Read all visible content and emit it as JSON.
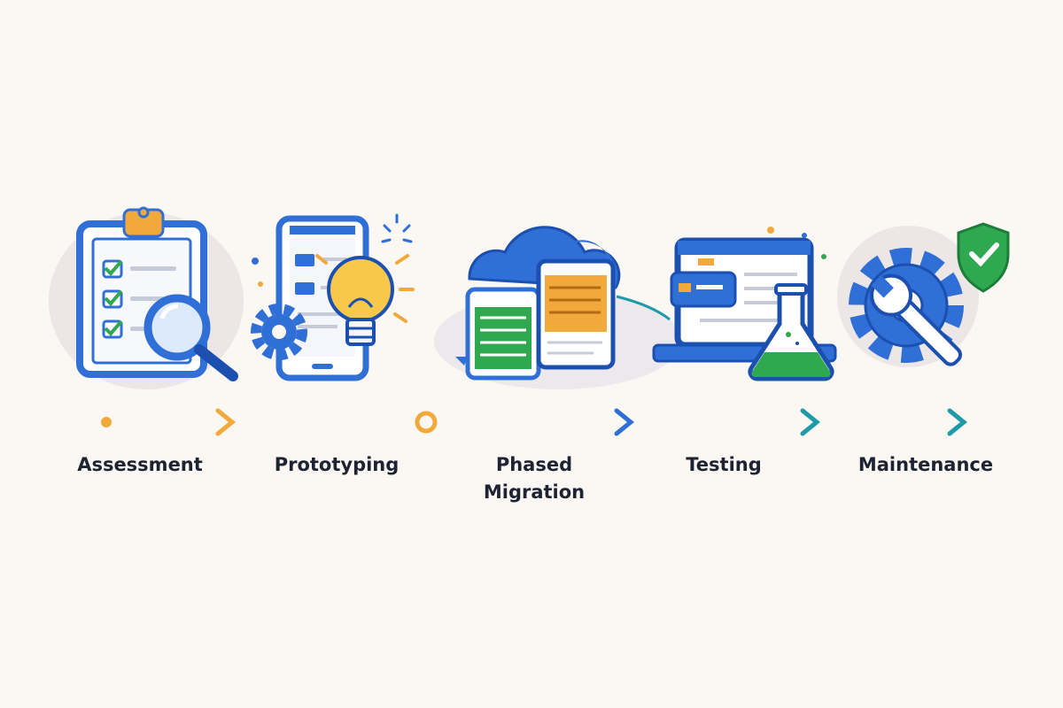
{
  "colors": {
    "background": "#fbf7f3",
    "blue": "#2f6fd6",
    "dark_blue": "#1b4fb0",
    "orange": "#f2a93b",
    "green": "#2fa84f",
    "teal": "#1f9aa8",
    "text": "#1e2333"
  },
  "stages": [
    {
      "label_lines": [
        "Assessment"
      ],
      "icon": "clipboard-checklist-magnifier-icon"
    },
    {
      "label_lines": [
        "Prototyping"
      ],
      "icon": "phone-gear-lightbulb-icon"
    },
    {
      "label_lines": [
        "Phased",
        "Migration"
      ],
      "icon": "cloud-documents-icon"
    },
    {
      "label_lines": [
        "Testing"
      ],
      "icon": "laptop-flask-icon"
    },
    {
      "label_lines": [
        "Maintenance"
      ],
      "icon": "gear-wrench-shield-icon"
    }
  ]
}
